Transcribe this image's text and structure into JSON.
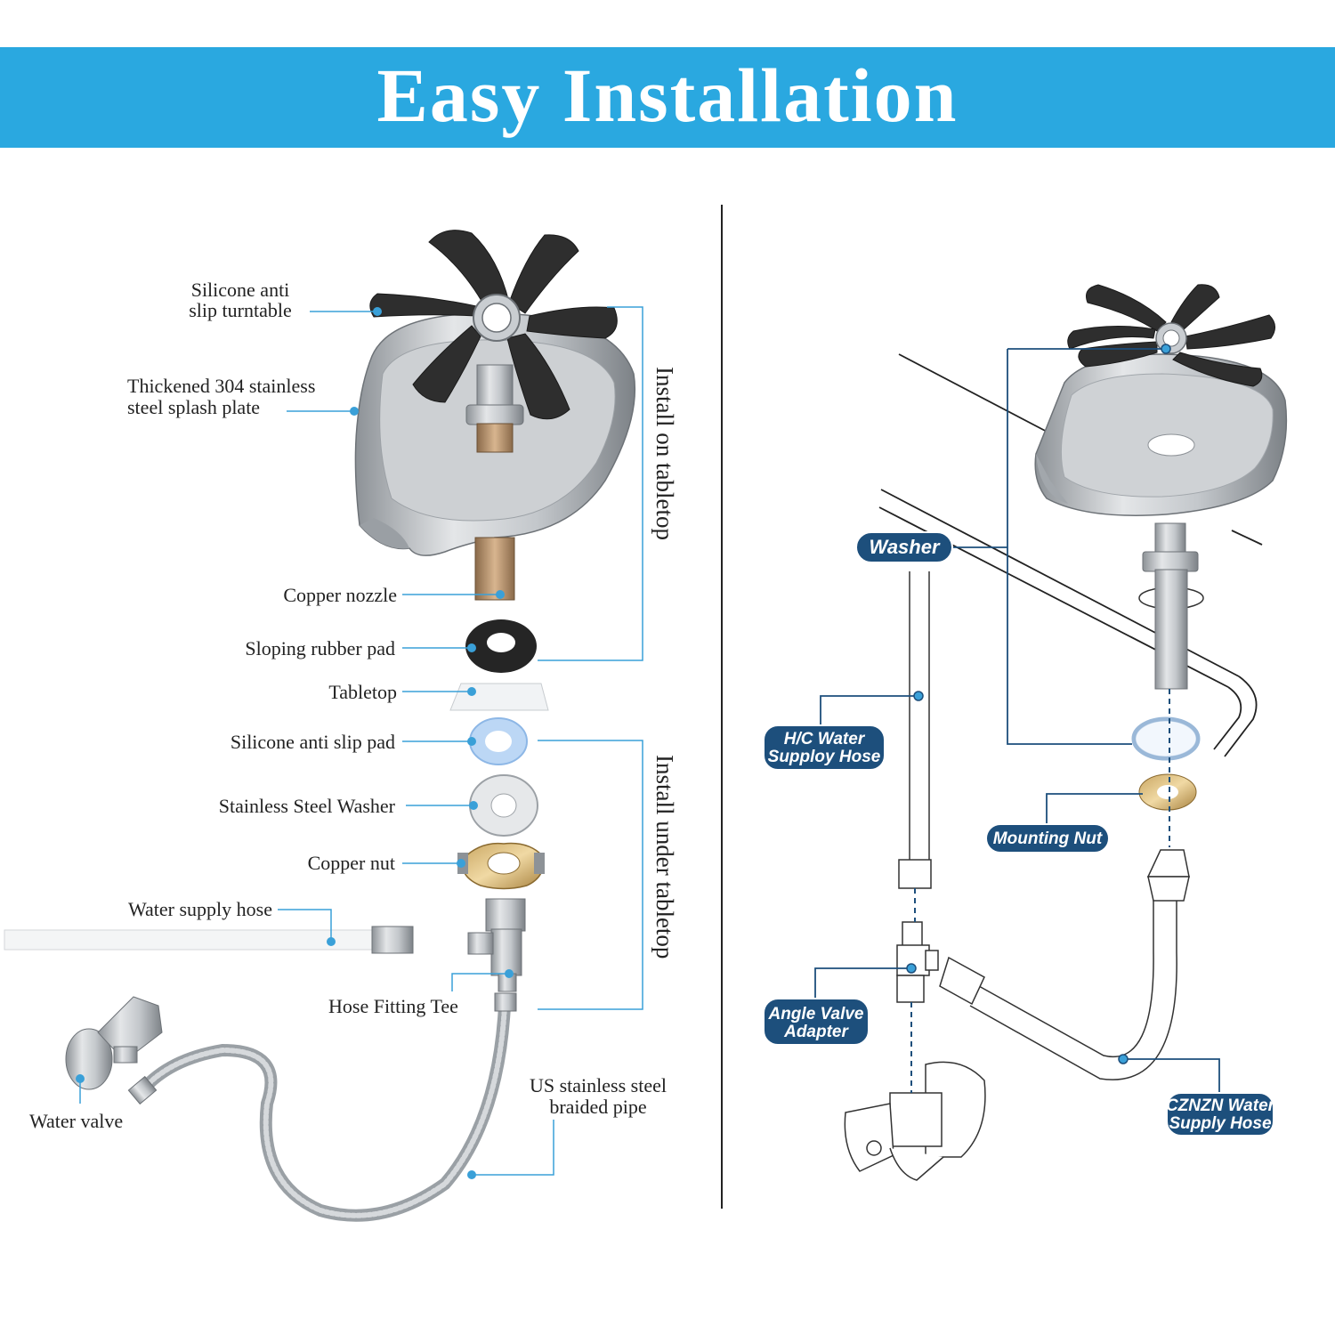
{
  "title": "Easy Installation",
  "colors": {
    "banner": "#2aa8e0",
    "callout": "#3aa0d8",
    "pill": "#1d4f7c",
    "steel": "#b8bcc0",
    "rubber": "#2e2e2e"
  },
  "left_labels": {
    "turntable": [
      "Silicone anti",
      "slip turntable"
    ],
    "splash_plate": [
      "Thickened 304 stainless",
      "steel splash plate"
    ],
    "copper_nozzle": "Copper nozzle",
    "rubber_pad": "Sloping rubber pad",
    "tabletop": "Tabletop",
    "silicone_pad": "Silicone anti slip pad",
    "steel_washer": "Stainless Steel Washer",
    "copper_nut": "Copper nut",
    "supply_hose": "Water supply hose",
    "hose_tee": "Hose Fitting Tee",
    "water_valve": "Water valve",
    "braided_pipe": [
      "US stainless steel",
      "braided pipe"
    ]
  },
  "side_labels": {
    "on_tabletop": "Install on tabletop",
    "under_tabletop": "Install under tabletop"
  },
  "right_labels": {
    "washer": "Washer",
    "hc_hose": [
      "H/C Water",
      "Supploy Hose"
    ],
    "mounting_nut": "Mounting Nut",
    "angle_valve": [
      "Angle Valve",
      "Adapter"
    ],
    "czn_hose": [
      "CZNZN Water",
      "Supply Hose"
    ]
  }
}
